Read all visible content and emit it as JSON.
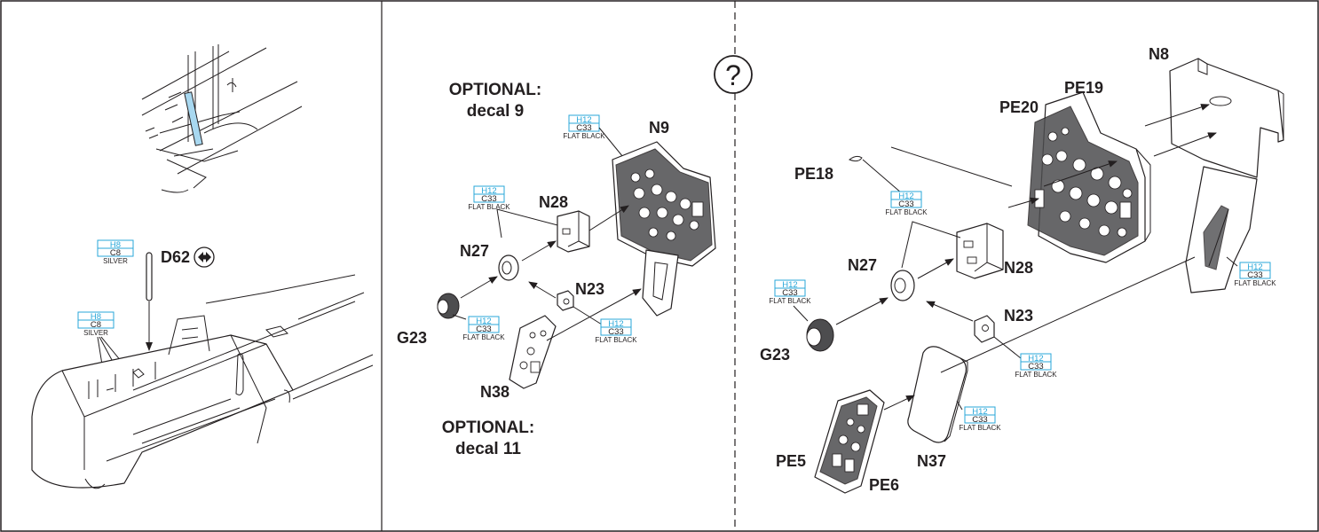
{
  "colors": {
    "line": "#231f20",
    "callout_border": "#29a7d9",
    "hobby_code": "#29a7d9",
    "highlight": "#a8d8f0"
  },
  "panel1": {
    "part_d62": "D62",
    "d62_icon": "flip-arrow-icon",
    "callout_d62": {
      "code_h": "H8",
      "code_c": "C8",
      "name": "SILVER"
    },
    "callout_box": {
      "code_h": "H8",
      "code_c": "C8",
      "name": "SILVER"
    }
  },
  "panel2": {
    "optional_top_line1": "OPTIONAL:",
    "optional_top_line2": "decal 9",
    "optional_bottom_line1": "OPTIONAL:",
    "optional_bottom_line2": "decal 11",
    "parts": {
      "n9": "N9",
      "n28": "N28",
      "n27": "N27",
      "n23": "N23",
      "g23": "G23",
      "n38": "N38"
    },
    "callout_n9": {
      "code_h": "H12",
      "code_c": "C33",
      "name": "FLAT BLACK"
    },
    "callout_n28": {
      "code_h": "H12",
      "code_c": "C33",
      "name": "FLAT BLACK"
    },
    "callout_g23": {
      "code_h": "H12",
      "code_c": "C33",
      "name": "FLAT BLACK"
    },
    "callout_n23": {
      "code_h": "H12",
      "code_c": "C33",
      "name": "FLAT BLACK"
    }
  },
  "panel3": {
    "question_icon": "question-mark-icon",
    "question_mark": "?",
    "parts": {
      "n8": "N8",
      "pe19": "PE19",
      "pe20": "PE20",
      "pe18": "PE18",
      "n28": "N28",
      "n27": "N27",
      "n23": "N23",
      "g23": "G23",
      "pe5": "PE5",
      "pe6": "PE6",
      "n37": "N37"
    },
    "callout_pe18": {
      "code_h": "H12",
      "code_c": "C33",
      "name": "FLAT BLACK"
    },
    "callout_g23": {
      "code_h": "H12",
      "code_c": "C33",
      "name": "FLAT BLACK"
    },
    "callout_n23": {
      "code_h": "H12",
      "code_c": "C33",
      "name": "FLAT BLACK"
    },
    "callout_n37": {
      "code_h": "H12",
      "code_c": "C33",
      "name": "FLAT BLACK"
    },
    "callout_n8": {
      "code_h": "H12",
      "code_c": "C33",
      "name": "FLAT BLACK"
    }
  }
}
